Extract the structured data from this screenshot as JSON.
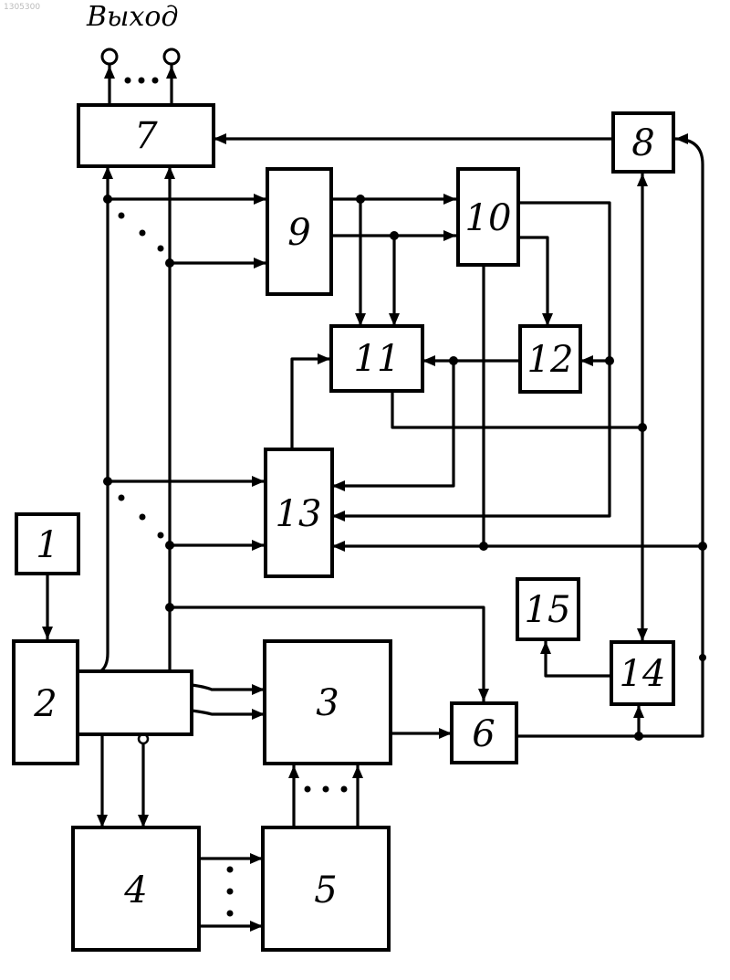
{
  "diagram": {
    "output_label": "Выход",
    "watermark": "1305300",
    "blocks": [
      {
        "id": "b1",
        "label": "1"
      },
      {
        "id": "b2",
        "label": "2"
      },
      {
        "id": "b3",
        "label": "3"
      },
      {
        "id": "b4",
        "label": "4"
      },
      {
        "id": "b5",
        "label": "5"
      },
      {
        "id": "b6",
        "label": "6"
      },
      {
        "id": "b7",
        "label": "7"
      },
      {
        "id": "b8",
        "label": "8"
      },
      {
        "id": "b9",
        "label": "9"
      },
      {
        "id": "b10",
        "label": "10"
      },
      {
        "id": "b11",
        "label": "11"
      },
      {
        "id": "b12",
        "label": "12"
      },
      {
        "id": "b13",
        "label": "13"
      },
      {
        "id": "b14",
        "label": "14"
      },
      {
        "id": "b15",
        "label": "15"
      }
    ]
  }
}
